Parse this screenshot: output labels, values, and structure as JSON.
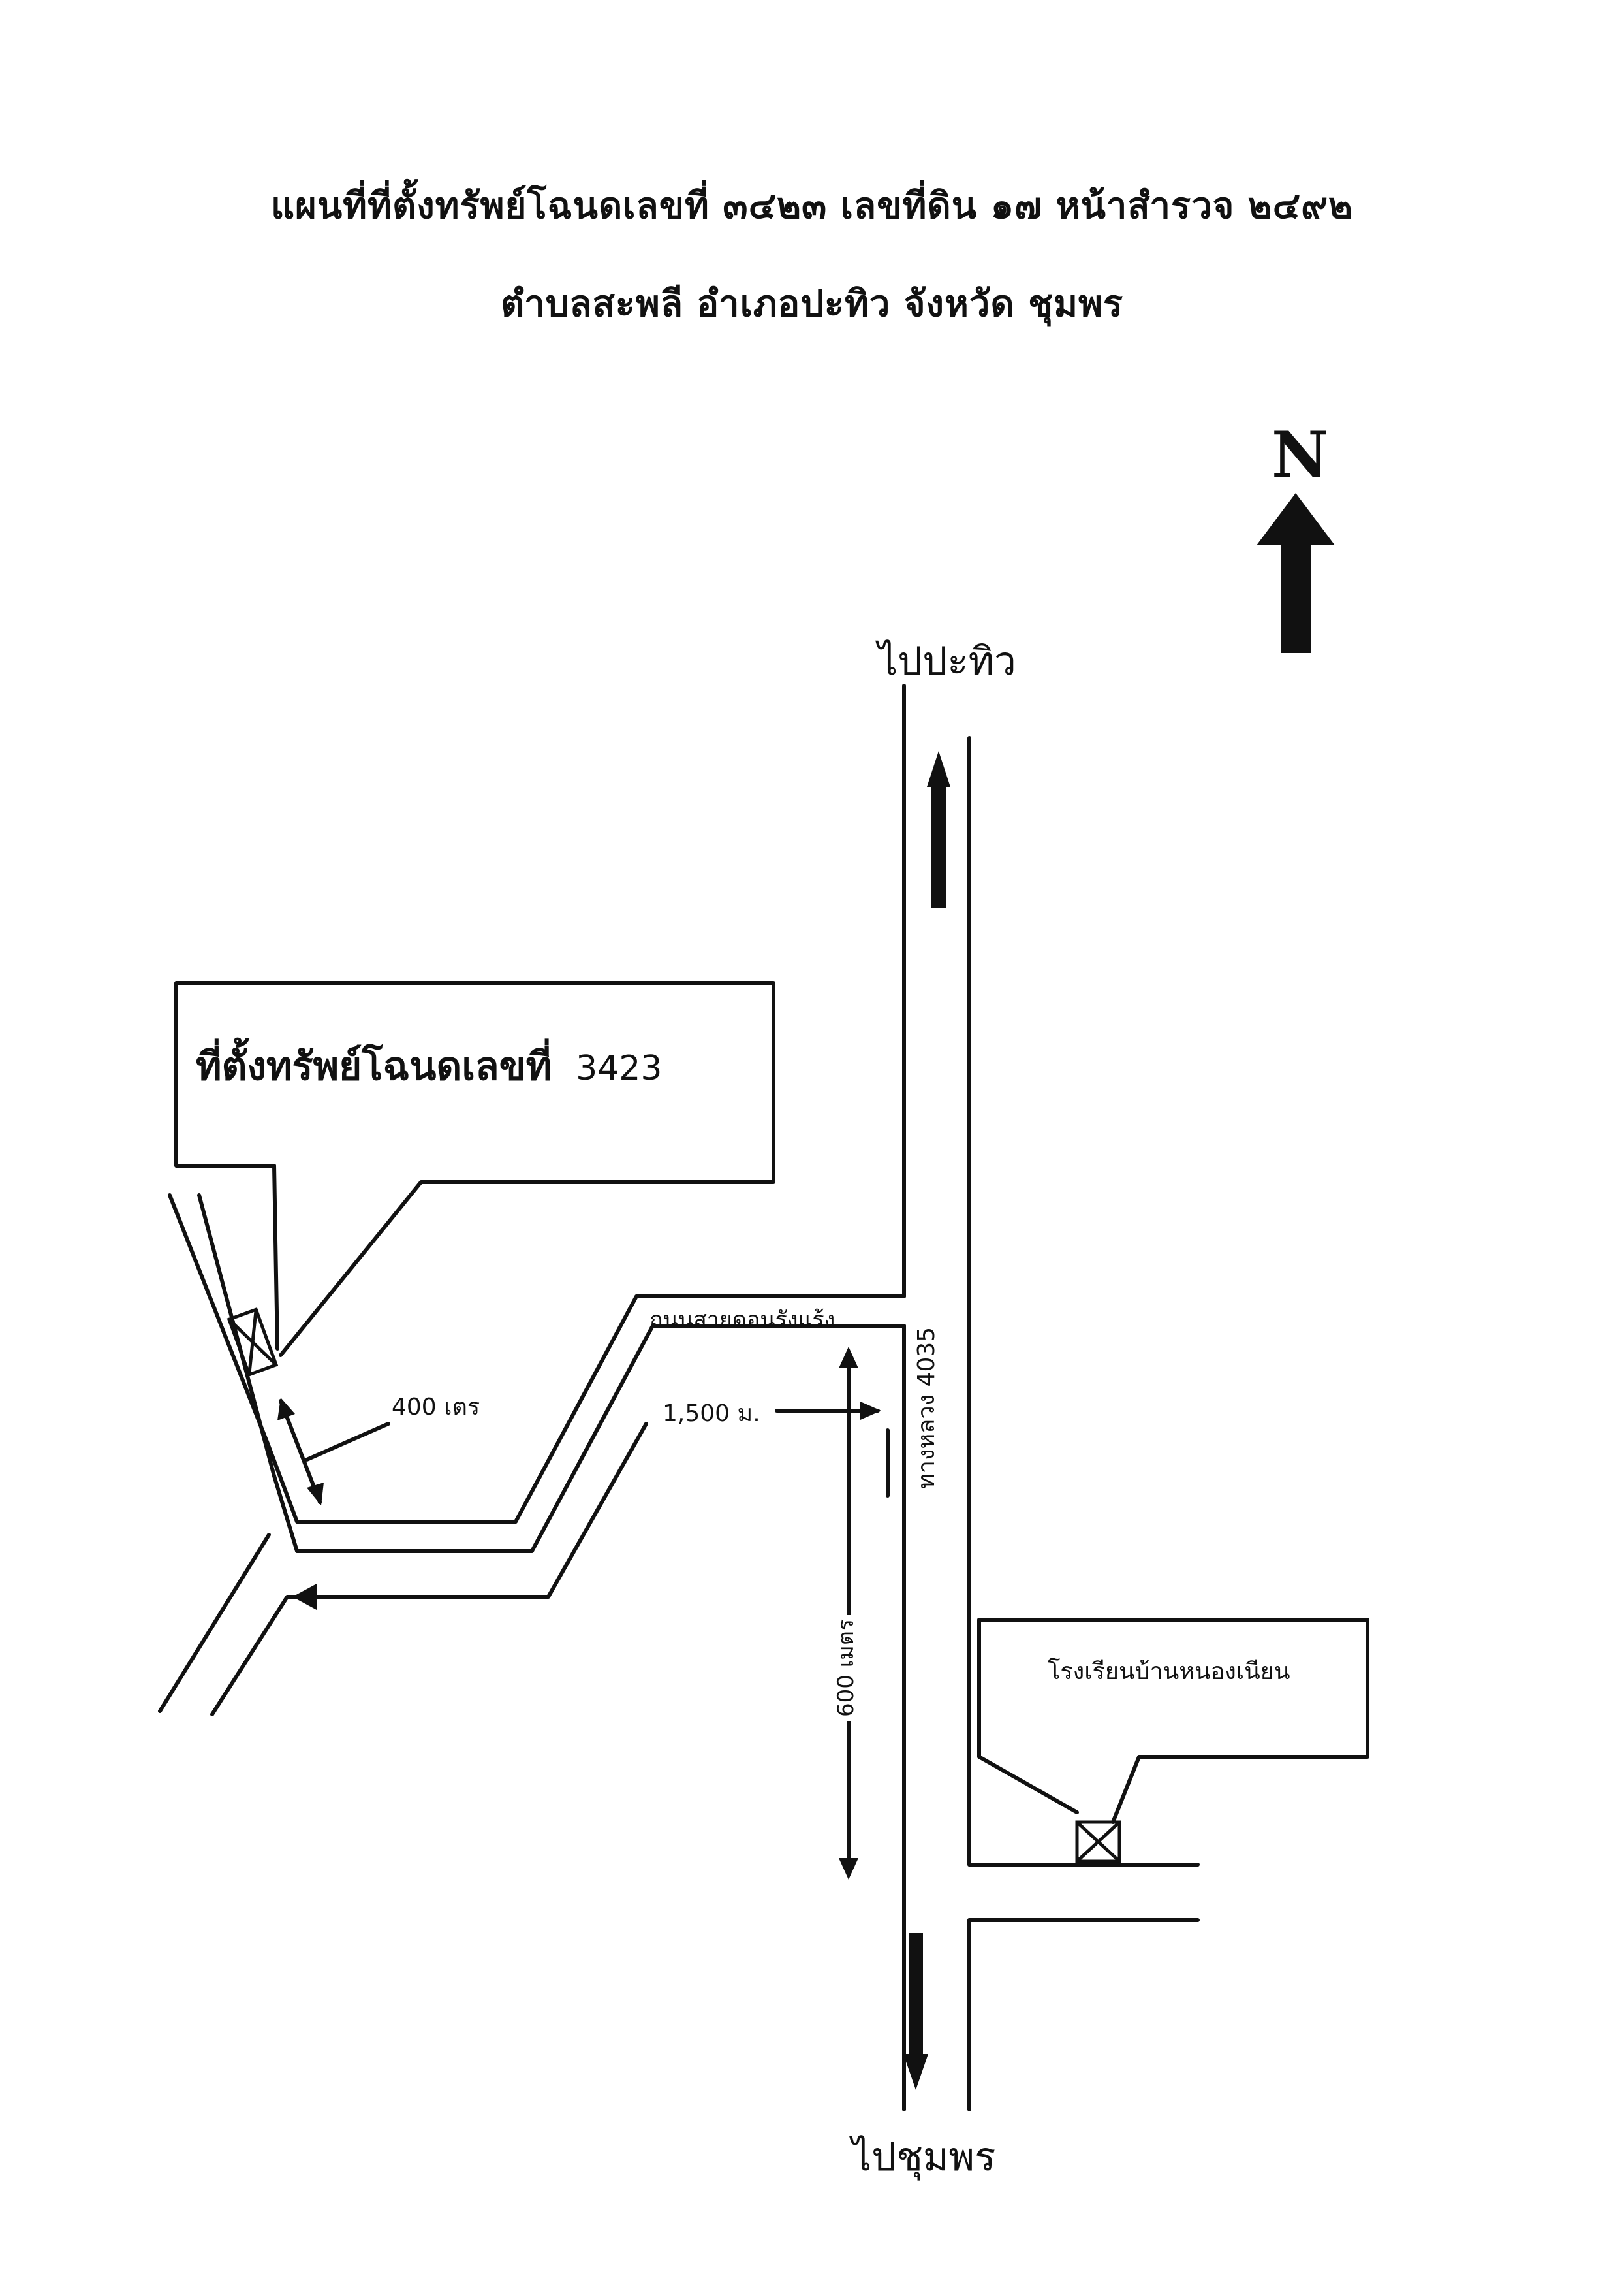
{
  "title": {
    "line1": "แผนที่ที่ตั้งทรัพย์โฉนดเลขที่ ๓๔๒๓ เลขที่ดิน ๑๗ หน้าสำรวจ ๒๔๙๒",
    "line2": "ตำบลสะพลี อำเภอปะทิว จังหวัด ชุมพร"
  },
  "north": {
    "label": "N",
    "icon": "north-arrow-icon"
  },
  "directions": {
    "north": "ไปปะทิว",
    "south": "ไปชุมพร"
  },
  "property": {
    "label": "ที่ตั้งทรัพย์โฉนดเลขที่",
    "number": "3423"
  },
  "school": {
    "label": "โรงเรียนบ้านหนองเนียน"
  },
  "roads": {
    "side_road": "ถนนสายดอนรังแร้ง",
    "highway": "ทางหลวง 4035"
  },
  "distances": {
    "d400": "400 เตร",
    "d1500": "1,500 ม.",
    "d600": "600 เมตร"
  },
  "colors": {
    "ink": "#111111",
    "paper": "#ffffff"
  }
}
